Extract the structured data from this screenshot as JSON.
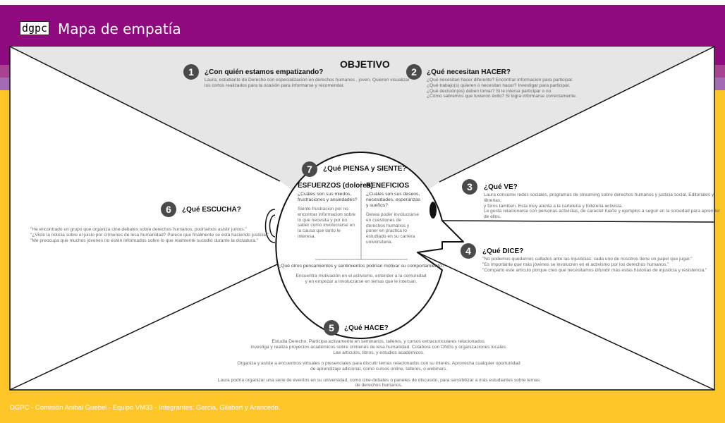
{
  "header": {
    "logo": "dgpc",
    "title": "Mapa de empatía"
  },
  "colors": {
    "purple": "#8e0a7e",
    "stripe1": "#a8448f",
    "stripe2": "#a46bb5",
    "yellow": "#fec627",
    "gray": "#e6e6e6",
    "badge": "#4a4a4a"
  },
  "objetivo": "OBJETIVO",
  "s1": {
    "num": "1",
    "title": "¿Con quién estamos empatizando?",
    "text": "Laura, estudiante de Derecho con especializacion en derechos humanos , joven. Quieren visualizar\nlos cortos realizados para la ocasión para informarse y recomendar."
  },
  "s2": {
    "num": "2",
    "title": "¿Qué necesitan HACER?",
    "text": "¿Qué necesitan hacer diferente? Encontrar informacion para participar.\n¿Qué trabajo(s) quieren o necesitan hacer? Investigar para participar.\n¿Qué decisión(es) deben tomar?  Si le intersa participar o no.\n¿Cómo sabremos que tuvieron éxito? Si logra informarse correctamente."
  },
  "s3": {
    "num": "3",
    "title": "¿Qué VE?",
    "text": "Laura consume redes sociales, programas de streaming sobre derechos humanos y justicia social. Editoriales y librerias,\ny foros tambien. Esta muy atenta a la carteleria y folleteria activista.\nLe gusta relacionarse con personas activistas, de caracter fuerte y ejemplos a seguir en la sociedad para aprender de ellos."
  },
  "s4": {
    "num": "4",
    "title": "¿Qué DICE?",
    "text": "\"No podemos quedarnos callados ante las injusticias; cada uno de nosotros tiene un papel que jugar.\"\n\"Es importante que más jóvenes se involucren en el activismo por los derechos humanos.\"\n\"Comparto este artículo porque creo que necesitamos difundir más estas historias de injusticia y resistencia.\""
  },
  "s5": {
    "num": "5",
    "title": "¿Qué HACE?",
    "text": "Estudia Derecho. Participa activamente en seminarios, talleres, y cursos extracurriculares relacionados.\nInvestiga y realiza proyectos académicos sobre crímenes de lesa humanidad. Colabora con ONGs y organizaciones locales.\nLee artículos, libros, y estudios académicos.\n\nOrganiza y asiste a encuentros virtuales o presenciales para discutir temas relacionados con su interés. Aprovecha cualquier oportunidad\nde aprendizaje adicional, como cursos online, talleres, o webinars.\n\nLaura podría organizar una serie de eventos en su universidad, como cine-debates o paneles de discusión, para sensibilizar a más estudiantes sobre temas\nde derechos humanos."
  },
  "s6": {
    "num": "6",
    "title": "¿Qué ESCUCHA?",
    "text": "\"He encontrado un grupo que organiza cine-debates sobre derechos humanos, podríamos asistir juntos.\"\n\"¿Viste la noticia sobre el juicio por crímenes de lesa humanidad? Parece que finalmente se está haciendo justicia.\"\n\"Me preocupa que muchos jóvenes no estén informados sobre lo que realmente sucedió durante la dictadura.\""
  },
  "s7": {
    "num": "7",
    "title": "¿Qué PIENSA y SIENTE?",
    "pains": {
      "title": "ESFUERZOS (dolores)",
      "question": "¿Cuáles son sus miedos,\nfrustraciones y ansiedades?",
      "text": "Siente frustracion por no\nencontrar informacion sobre\nlo que necesita y por no\nsaber como involucrarse en\nla causa que tanto le\ninteresa."
    },
    "gains": {
      "title": "BENEFICIOS",
      "question": "¿Cuáles son sus deseos,\nnecesidades, esperanzas\ny sueños?",
      "text": "Desea poder involucrarse\nen cuestiones de\nderechos humanos y\nponer en practica lo\nestudiado en su carrera\nuniversitaria."
    },
    "other_question": "¿Qué otros pensamientos y sentimientos podrían motivar su comportamiento?",
    "other_text": "Encuentra motivación en el activismo,  entender a la comunidad\ny en empezar a involucrarse en temas que le intersan."
  },
  "footer": "DGPC - Comisión Anibal Guebel - Equipo VM33 - Integrantes:  Garcia, Gilabert y  Arancedo."
}
